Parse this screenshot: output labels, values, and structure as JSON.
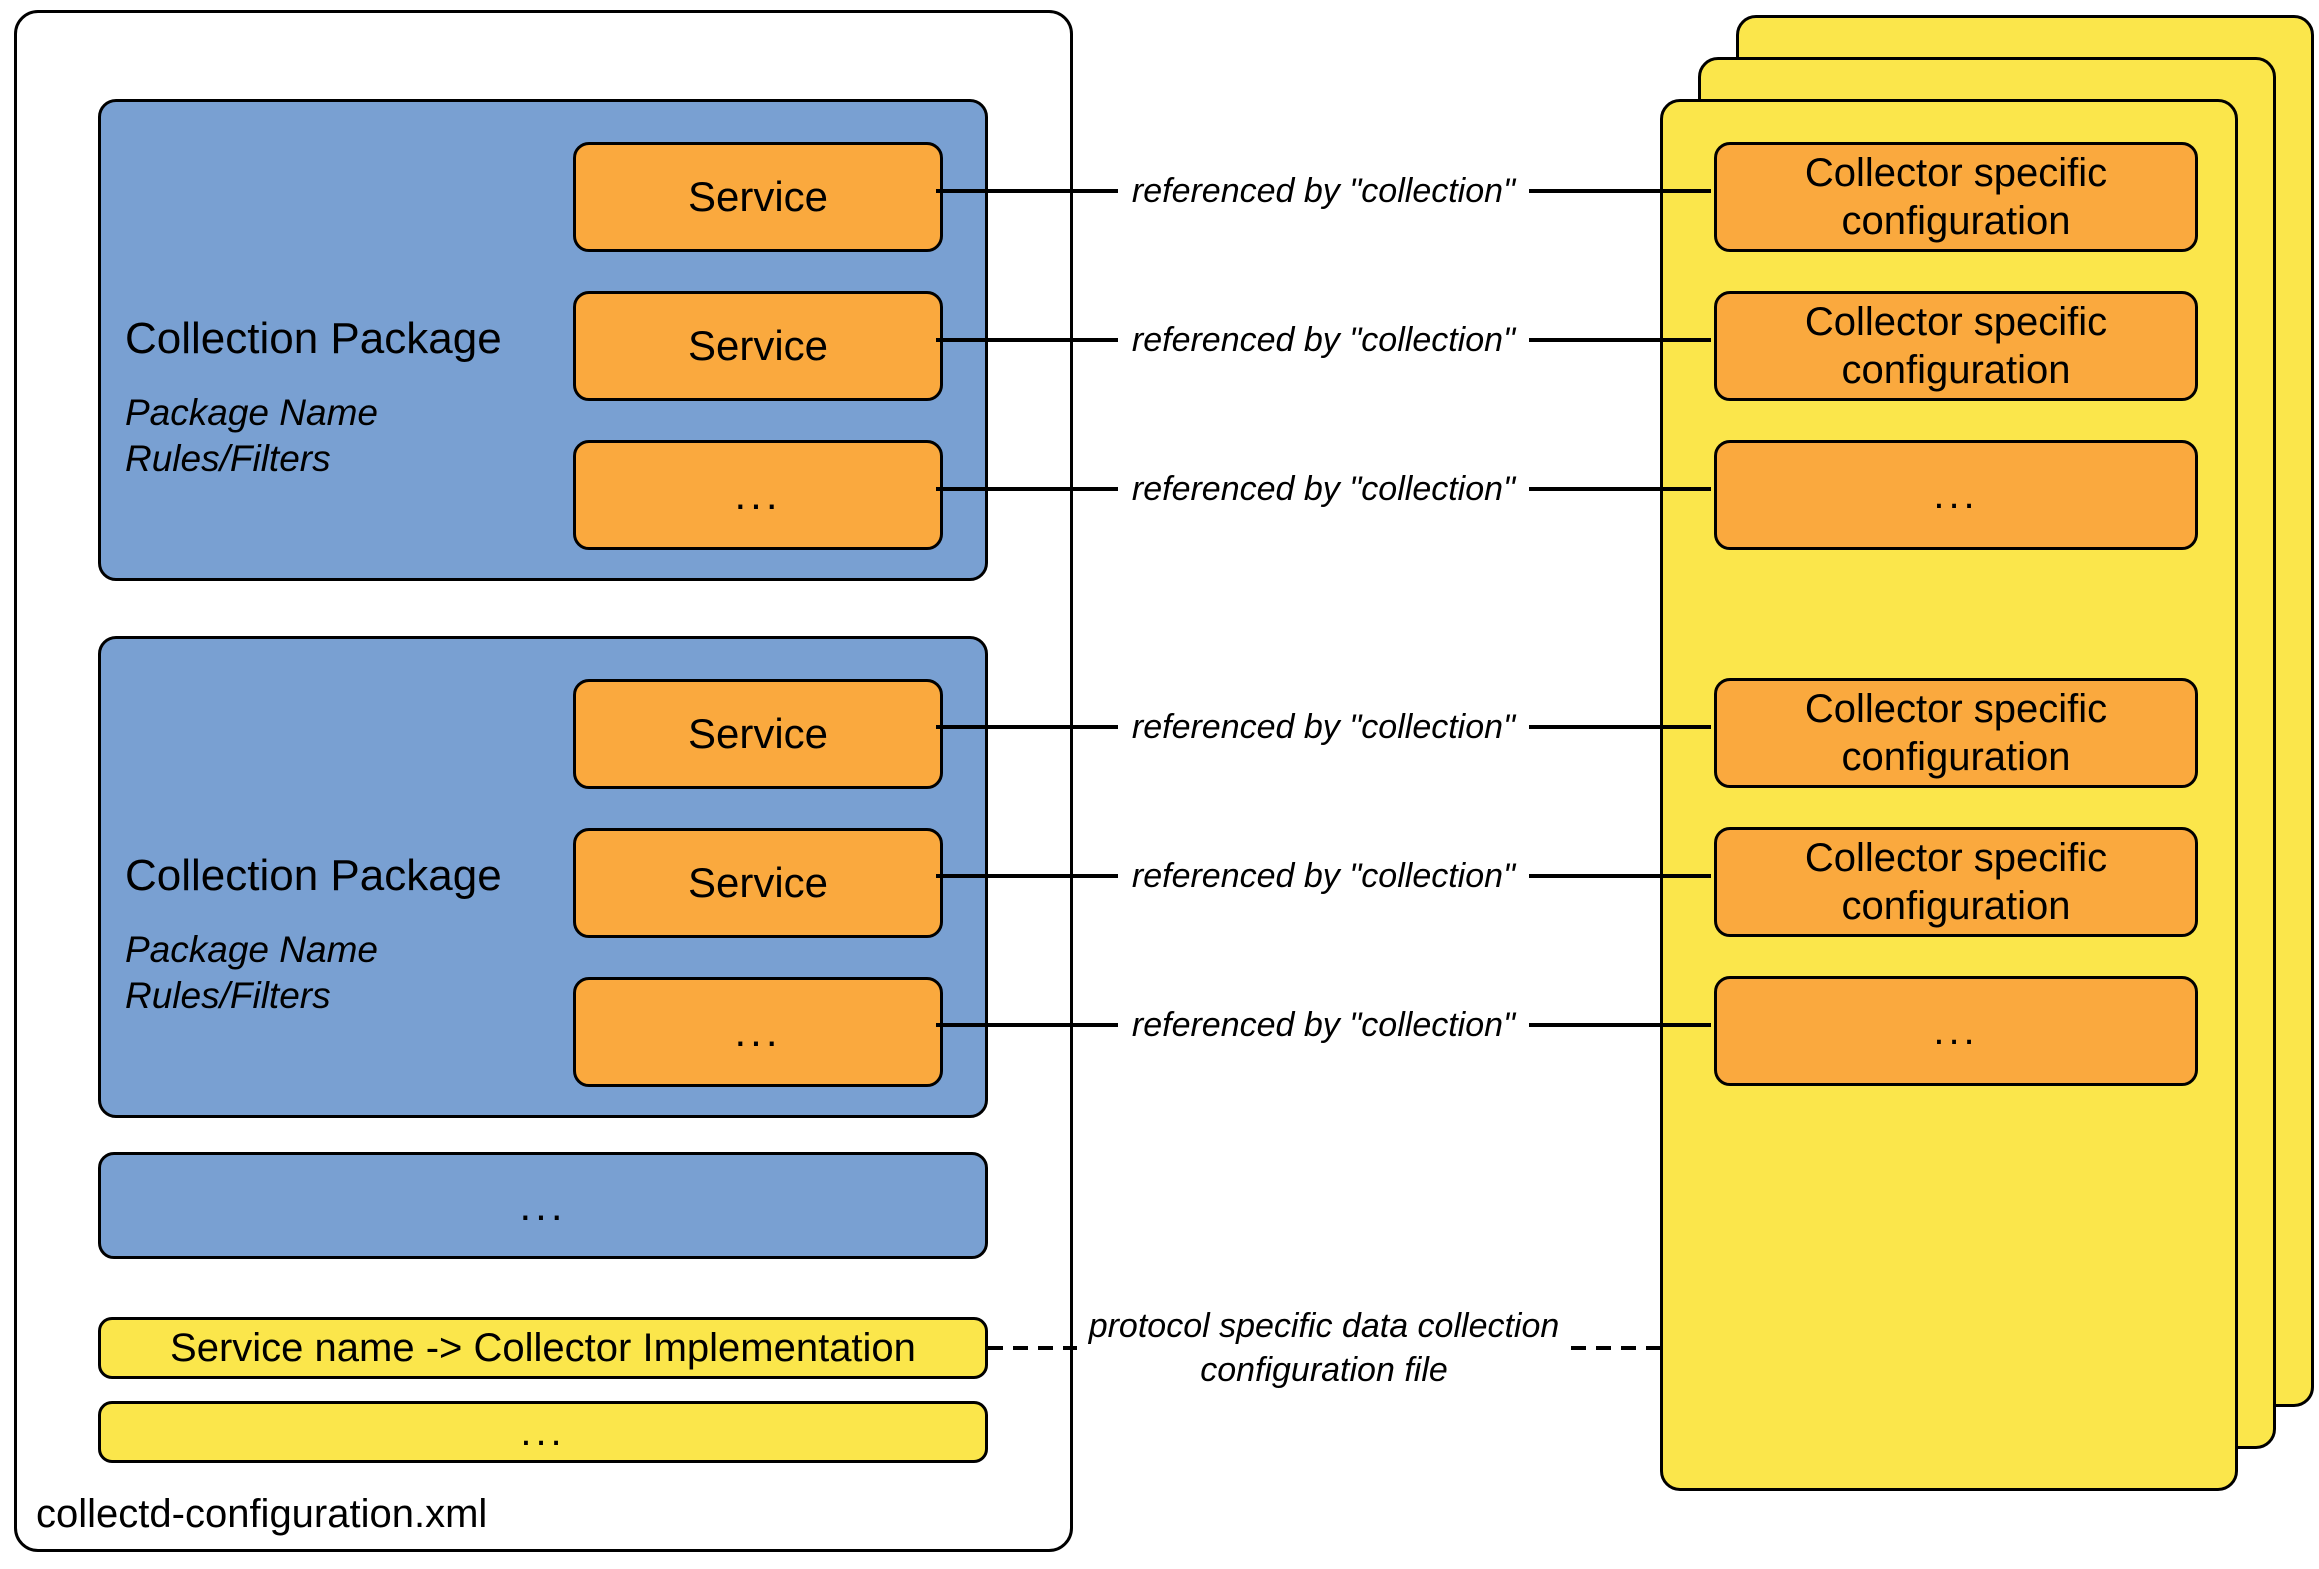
{
  "container": {
    "label": "collectd-configuration.xml"
  },
  "packages": [
    {
      "title": "Collection Package",
      "meta": [
        "Package Name",
        "Rules/Filters"
      ],
      "items": [
        "Service",
        "Service",
        "..."
      ]
    },
    {
      "title": "Collection Package",
      "meta": [
        "Package Name",
        "Rules/Filters"
      ],
      "items": [
        "Service",
        "Service",
        "..."
      ]
    }
  ],
  "more_packages_label": "...",
  "mapping": {
    "label": "Service name -> Collector Implementation",
    "more_label": "..."
  },
  "reference_label": "referenced by \"collection\"",
  "dashed_label": [
    "protocol specific data collection",
    "configuration file"
  ],
  "collector_pages": {
    "front_items": [
      "Collector specific configuration",
      "Collector specific configuration",
      "...",
      "Collector specific configuration",
      "Collector specific configuration",
      "..."
    ]
  },
  "colors": {
    "package_blue": "#79a0d2",
    "box_orange": "#faa93e",
    "page_yellow": "#fbe64b",
    "line_black": "#000000"
  }
}
